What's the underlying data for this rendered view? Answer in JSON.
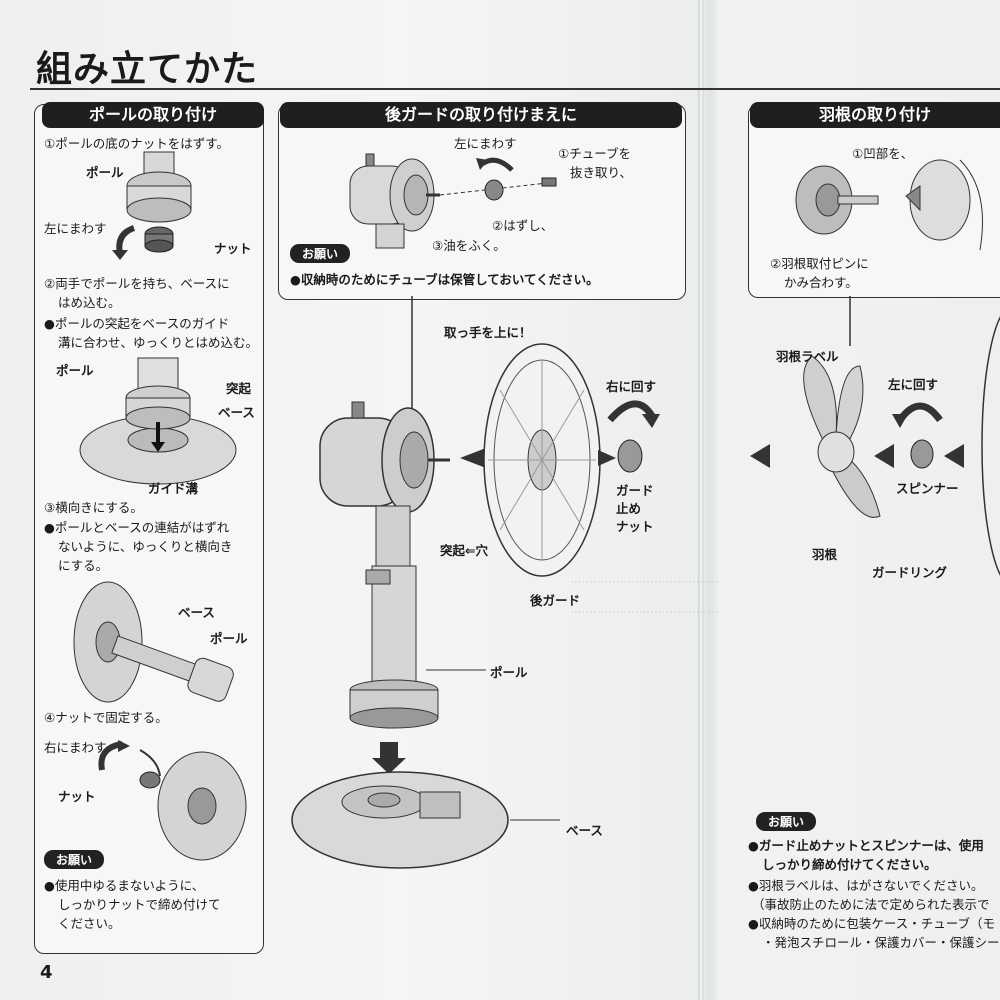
{
  "page_title": "組み立てかた",
  "page_number": "4",
  "pole_section": {
    "header": "ポールの取り付け",
    "step1": "①ポールの底のナットをはずす。",
    "label_pole_1": "ポール",
    "label_turn_left": "左にまわす",
    "label_nut_1": "ナット",
    "step2_line1": "②両手でポールを持ち、ベースに",
    "step2_line2": "はめ込む。",
    "bullet2_line1": "●ポールの突起をベースのガイド",
    "bullet2_line2": "溝に合わせ、ゆっくりとはめ込む。",
    "label_pole_2": "ポール",
    "label_protrusion": "突起",
    "label_base_1": "ベース",
    "label_guide_groove": "ガイド溝",
    "step3": "③横向きにする。",
    "bullet3_line1": "●ポールとベースの連結がはずれ",
    "bullet3_line2": "ないように、ゆっくりと横向き",
    "bullet3_line3": "にする。",
    "label_base_2": "ベース",
    "label_pole_3": "ポール",
    "step4": "④ナットで固定する。",
    "label_turn_right": "右にまわす",
    "label_nut_2": "ナット",
    "request_badge": "お願い",
    "request_line1": "●使用中ゆるまないように、",
    "request_line2": "しっかりナットで締め付けて",
    "request_line3": "ください。"
  },
  "rear_guard_section": {
    "header": "後ガードの取り付けまえに",
    "label_turn_left": "左にまわす",
    "step1_line1": "①チューブを",
    "step1_line2": "抜き取り、",
    "step2": "②はずし、",
    "step3": "③油をふく。",
    "request_badge": "お願い",
    "request_text": "●収納時のためにチューブは保管しておいてください。"
  },
  "center_figure": {
    "label_handle_up": "取っ手を上に！",
    "label_turn_right": "右に回す",
    "label_guard_nut_1": "ガード",
    "label_guard_nut_2": "止め",
    "label_guard_nut_3": "ナット",
    "label_protrusion_hole": "突起⇐穴",
    "label_rear_guard": "後ガード",
    "label_pole": "ポール",
    "label_base": "ベース"
  },
  "blade_section": {
    "header": "羽根の取り付け",
    "step1": "①凹部を、",
    "step2_line1": "②羽根取付ピンに",
    "step2_line2": "かみ合わす。",
    "label_blade_label": "羽根ラベル",
    "label_turn_left": "左に回す",
    "label_spinner": "スピンナー",
    "label_blade": "羽根",
    "label_guard_ring": "ガードリング",
    "request_badge": "お願い",
    "request_line1": "●ガード止めナットとスピンナーは、使用",
    "request_line2": "しっかり締め付けてください。",
    "bullet_line1": "●羽根ラベルは、はがさないでください。",
    "bullet_line2": "（事故防止のために法で定められた表示で",
    "bullet_line3": "●収納時のために包装ケース・チューブ（モ",
    "bullet_line4": "・発泡スチロール・保護カバー・保護シート"
  }
}
